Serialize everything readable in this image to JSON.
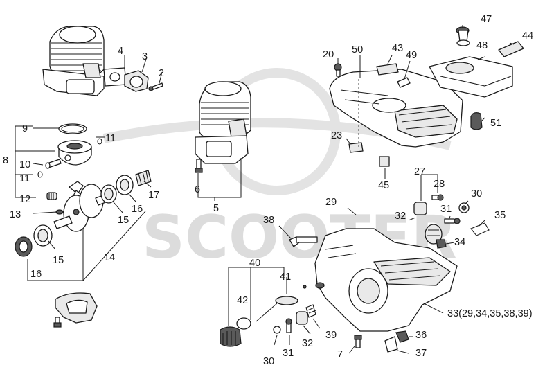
{
  "watermark": {
    "text": "SCOOTER"
  },
  "callouts": {
    "c2": "2",
    "c3": "3",
    "c4": "4",
    "c5": "5",
    "c6": "6",
    "c7": "7",
    "c8": "8",
    "c9": "9",
    "c10": "10",
    "c11a": "11",
    "c11b": "11",
    "c12": "12",
    "c13": "13",
    "c14": "14",
    "c15a": "15",
    "c15b": "15",
    "c16a": "16",
    "c16b": "16",
    "c17": "17",
    "c20": "20",
    "c23": "23",
    "c27": "27",
    "c28": "28",
    "c29": "29",
    "c30a": "30",
    "c30b": "30",
    "c31a": "31",
    "c31b": "31",
    "c32a": "32",
    "c32b": "32",
    "c33": "33(29,34,35,38,39)",
    "c34": "34",
    "c35": "35",
    "c36": "36",
    "c37": "37",
    "c38": "38",
    "c39": "39",
    "c40": "40",
    "c41": "41",
    "c42": "42",
    "c43": "43",
    "c44": "44",
    "c45": "45",
    "c47": "47",
    "c48": "48",
    "c49": "49",
    "c50": "50",
    "c51": "51"
  }
}
